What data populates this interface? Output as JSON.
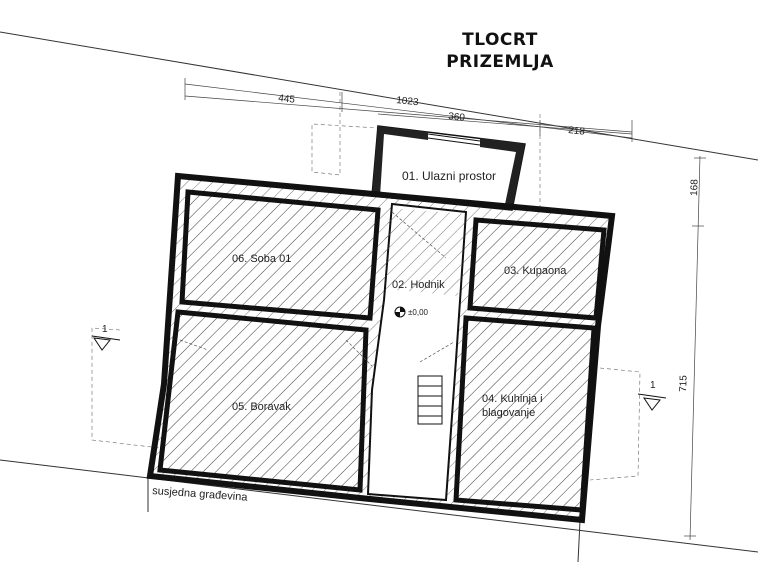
{
  "title": {
    "line1": "TLOCRT",
    "line2": "PRIZEMLJA"
  },
  "dimensions": {
    "d445": "445",
    "d1023": "1023",
    "d360": "360",
    "d218": "218",
    "d168": "168",
    "d715": "715"
  },
  "rooms": {
    "r01": "01. Ulazni prostor",
    "r02": "02. Hodnik",
    "r03": "03. Kupaona",
    "r04a": "04. Kuhinja i",
    "r04b": "blagovanje",
    "r05": "05. Boravak",
    "r06": "06. Soba 01"
  },
  "level": "±0,00",
  "section_marks": {
    "left": "1",
    "right": "1"
  },
  "neighbor": "susjedna građevina"
}
